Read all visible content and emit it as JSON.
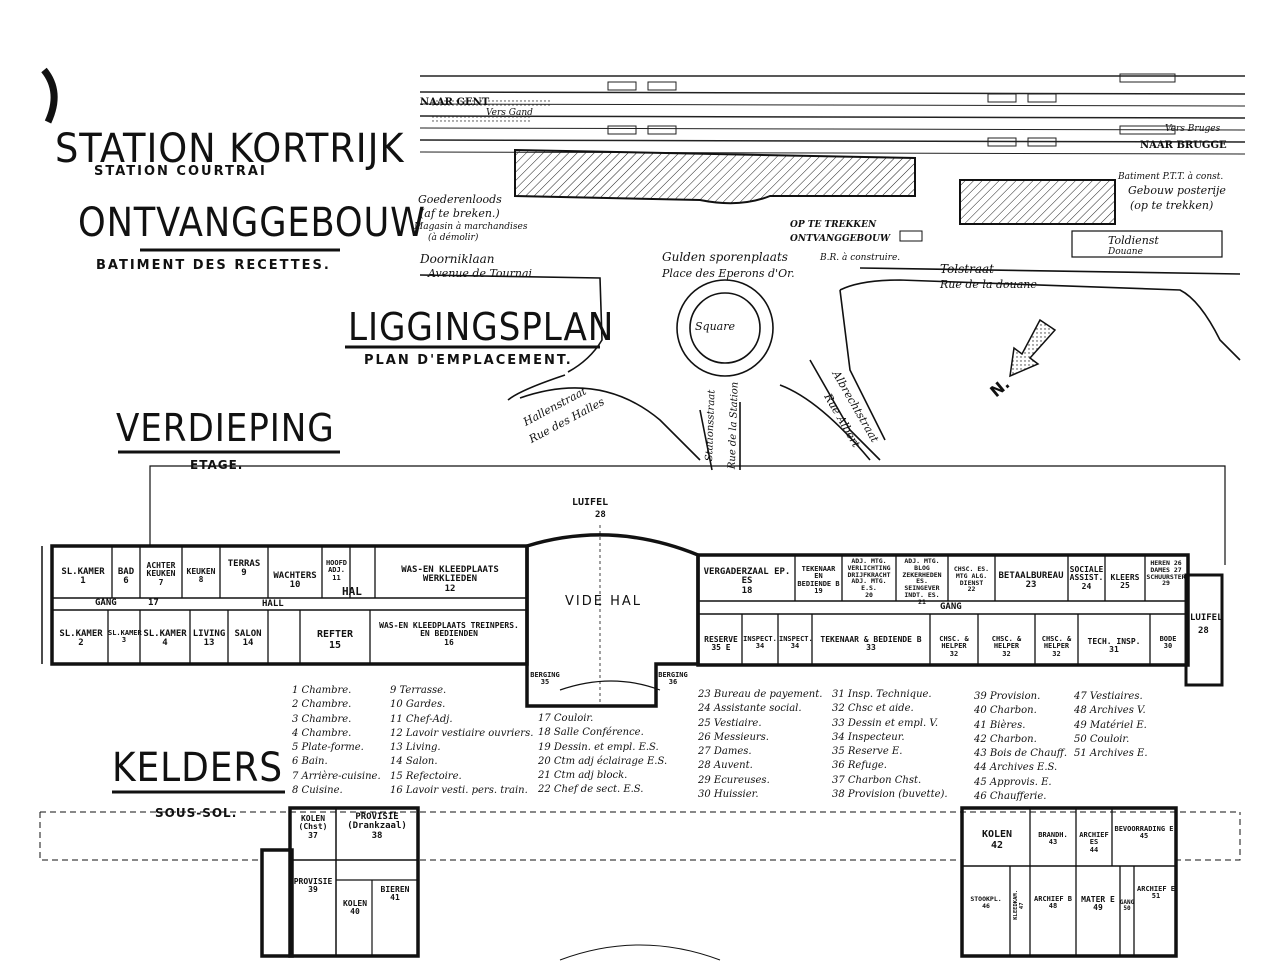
{
  "titles": {
    "station_nl": "STATION KORTRIJK",
    "station_fr": "STATION COURTRAI",
    "building_nl": "ONTVANGGEBOUW",
    "building_fr": "BATIMENT DES RECETTES.",
    "plan_nl": "LIGGINGSPLAN",
    "plan_fr": "PLAN D'EMPLACEMENT.",
    "floor_nl": "VERDIEPING",
    "floor_fr": "ETAGE.",
    "cellar_nl": "KELDERS",
    "cellar_fr": "SOUS-SOL."
  },
  "site": {
    "naar_gent": "NAAR GENT",
    "vers_gand": "Vers Gand",
    "vers_bruges": "Vers Bruges",
    "naar_brugge": "NAAR BRUGGE",
    "goederen": "Goederenloods",
    "goederen2": "(af te breken.)",
    "magasin": "Magasin à marchandises",
    "magasin2": "(à démolir)",
    "doorniklaan": "Doorniklaan",
    "avenue_tournai": "Avenue de Tournai",
    "op_te_trekken": "OP TE TREKKEN",
    "ontvanggebouw": "ONTVANGGEBOUW",
    "br_construire": "B.R. à construire.",
    "gulden": "Gulden sporenplaats",
    "place_eperons": "Place des Eperons d'Or.",
    "square": "Square",
    "halle": "Hallenstraat",
    "rue_halles": "Rue des Halles",
    "stations": "Stationsstraat",
    "rue_station": "Rue de la Station",
    "albrecht": "Albrechtstraat",
    "rue_albert": "Rue Albert",
    "tolstraat": "Tolstraat",
    "rue_douane": "Rue de la douane",
    "batiment_ptt": "Batiment P.T.T. à const.",
    "gebouw_posterij": "Gebouw posterije",
    "op_te_trekken2": "(op te trekken)",
    "toldienst": "Toldienst",
    "douane": "Douane",
    "north": "N."
  },
  "floor": {
    "luifel": "LUIFEL",
    "luifel_n": "28",
    "vide_hal": "VIDE HAL",
    "hal": "HAL",
    "gang": "GANG",
    "gang_n": "17",
    "hall": "HALL",
    "gang2": "GANG",
    "rooms_top": [
      {
        "label": "SL.KAMER",
        "n": "1"
      },
      {
        "label": "BAD",
        "n": "6"
      },
      {
        "label": "ACHTER KEUKEN",
        "n": "7"
      },
      {
        "label": "KEUKEN",
        "n": "8"
      },
      {
        "label": "TERRAS",
        "n": "9"
      },
      {
        "label": "WACHTERS",
        "n": "10"
      },
      {
        "label": "HOOFD ADJ.",
        "n": "11"
      },
      {
        "label": "WAS-EN KLEEDPLAATS WERKLIEDEN",
        "n": "12"
      },
      {
        "label": "VERGADERZAAL EP. ES",
        "n": "18"
      },
      {
        "label": "TEKENAAR EN BEDIENDE B",
        "n": "19"
      },
      {
        "label": "ADJ. MTG. VERLICHTING DRIJFKRACHT ADJ. MTG. E.S.",
        "n": "20"
      },
      {
        "label": "ADJ. MTG. BLOG ZEKERHEDEN ES. SEINGEVER INDT. ES.",
        "n": "21"
      },
      {
        "label": "CHSC. ES. MTG ALG. DIENST",
        "n": "22"
      },
      {
        "label": "BETAALBUREAU",
        "n": "23"
      },
      {
        "label": "SOCIALE ASSIST.",
        "n": "24"
      },
      {
        "label": "KLEERS",
        "n": "25"
      },
      {
        "label": "HEREN",
        "n": "26"
      },
      {
        "label": "DAMES",
        "n": "27"
      },
      {
        "label": "SCHUURSTER",
        "n": "29"
      }
    ],
    "rooms_bottom": [
      {
        "label": "SL.KAMER",
        "n": "2"
      },
      {
        "label": "SL.KAMER",
        "n": "3"
      },
      {
        "label": "SL.KAMER",
        "n": "4"
      },
      {
        "label": "LIVING",
        "n": "13"
      },
      {
        "label": "SALON",
        "n": "14"
      },
      {
        "label": "REFTER",
        "n": "15"
      },
      {
        "label": "WAS-EN KLEEDPLAATS TREINPERS. EN BEDIENDEN",
        "n": "16"
      },
      {
        "label": "BERGING",
        "n": "35"
      },
      {
        "label": "BERGING",
        "n": "36"
      },
      {
        "label": "RESERVE",
        "n": "35 E"
      },
      {
        "label": "INSPECT.",
        "n": "34"
      },
      {
        "label": "INSPECT.",
        "n": "34"
      },
      {
        "label": "TEKENAAR & BEDIENDE B",
        "n": "33"
      },
      {
        "label": "CHSC. & HELPER",
        "n": "32"
      },
      {
        "label": "CHSC. & HELPER",
        "n": "32"
      },
      {
        "label": "CHSC. & HELPER",
        "n": "32"
      },
      {
        "label": "TECH. INSP.",
        "n": "31"
      },
      {
        "label": "BODE",
        "n": "30"
      }
    ]
  },
  "legend": {
    "col1": [
      "1 Chambre.",
      "2 Chambre.",
      "3 Chambre.",
      "4 Chambre.",
      "5 Plate-forme.",
      "6 Bain.",
      "7 Arrière-cuisine.",
      "8 Cuisine."
    ],
    "col2": [
      "9 Terrasse.",
      "10 Gardes.",
      "11 Chef-Adj.",
      "12 Lavoir vestiaire ouvriers.",
      "13 Living.",
      "14 Salon.",
      "15 Refectoire.",
      "16 Lavoir vesti. pers. train."
    ],
    "col3": [
      "17 Couloir.",
      "18 Salle Conférence.",
      "19 Dessin. et empl. E.S.",
      "20 Ctm adj éclairage E.S.",
      "21 Ctm adj block.",
      "22 Chef de sect. E.S."
    ],
    "col4": [
      "23 Bureau de payement.",
      "24 Assistante social.",
      "25 Vestiaire.",
      "26 Messieurs.",
      "27 Dames.",
      "28 Auvent.",
      "29 Ecureuses.",
      "30 Huissier."
    ],
    "col5": [
      "31 Insp. Technique.",
      "32 Chsc et aide.",
      "33 Dessin et empl. V.",
      "34 Inspecteur.",
      "35 Reserve E.",
      "36 Refuge.",
      "37 Charbon Chst.",
      "38 Provision (buvette)."
    ],
    "col6": [
      "39 Provision.",
      "40 Charbon.",
      "41 Bières.",
      "42 Charbon.",
      "43 Bois de Chauff.",
      "44 Archives E.S.",
      "45 Approvis. E.",
      "46 Chaufferie."
    ],
    "col7": [
      "47 Vestiaires.",
      "48 Archives V.",
      "49 Matériel E.",
      "50 Couloir.",
      "51 Archives E."
    ]
  },
  "cellar": {
    "left": [
      {
        "label": "KOLEN (Chst)",
        "n": "37"
      },
      {
        "label": "PROVISIE (Drankzaal)",
        "n": "38"
      },
      {
        "label": "PROVISIE",
        "n": "39"
      },
      {
        "label": "KOLEN",
        "n": "40"
      },
      {
        "label": "BIEREN",
        "n": "41"
      }
    ],
    "right": [
      {
        "label": "KOLEN",
        "n": "42"
      },
      {
        "label": "BRANDH.",
        "n": "43"
      },
      {
        "label": "ARCHIEF ES",
        "n": "44"
      },
      {
        "label": "BEVOORRADING E",
        "n": "45"
      },
      {
        "label": "STOOKPL.",
        "n": "46"
      },
      {
        "label": "KLEEDKAM.",
        "n": "47"
      },
      {
        "label": "ARCHIEF B",
        "n": "48"
      },
      {
        "label": "MATER E",
        "n": "49"
      },
      {
        "label": "GANG",
        "n": "50"
      },
      {
        "label": "ARCHIEF E",
        "n": "51"
      }
    ]
  }
}
